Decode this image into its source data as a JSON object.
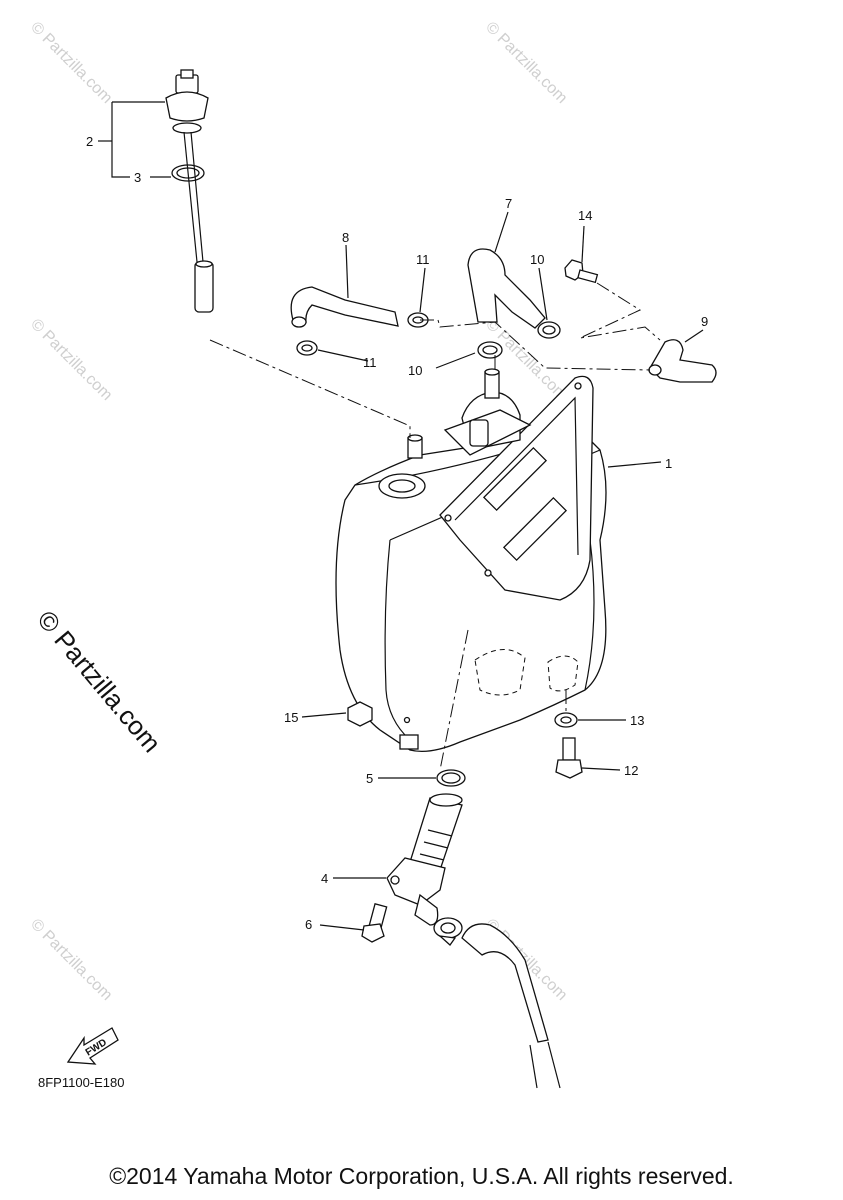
{
  "labels": {
    "p1": "1",
    "p2": "2",
    "p3": "3",
    "p4": "4",
    "p5": "5",
    "p6": "6",
    "p7": "7",
    "p8": "8",
    "p9": "9",
    "p10a": "10",
    "p10b": "10",
    "p11a": "11",
    "p11b": "11",
    "p12": "12",
    "p13": "13",
    "p14": "14",
    "p15": "15"
  },
  "fwd": "FWD",
  "diagram_code": "8FP1100-E180",
  "watermark": "© Partzilla.com",
  "copyright": "©2014 Yamaha Motor Corporation, U.S.A. All rights reserved."
}
